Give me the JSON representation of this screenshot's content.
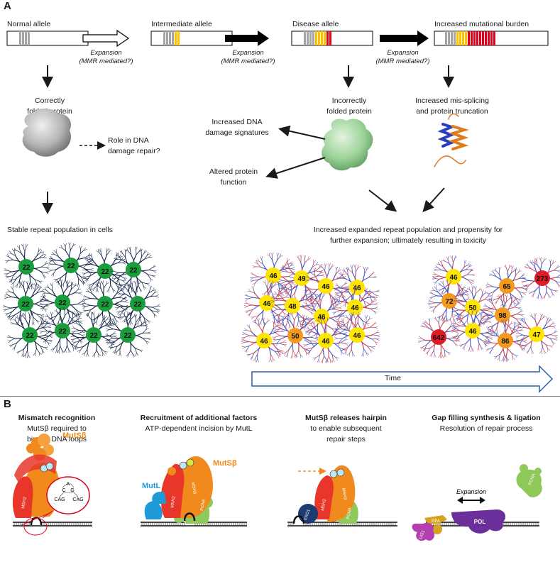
{
  "panel_a": {
    "letter": "A",
    "alleles": [
      {
        "label": "Normal allele"
      },
      {
        "label": "Intermediate allele"
      },
      {
        "label": "Disease allele"
      },
      {
        "label": "Increased mutational burden"
      }
    ],
    "expansion_labels": [
      {
        "line1": "Expansion",
        "line2": "(MMR mediated?)"
      },
      {
        "line1": "Expansion",
        "line2": "(MMR mediated?)"
      },
      {
        "line1": "Expansion",
        "line2": "(MMR mediated?)"
      }
    ],
    "correct_protein": {
      "line1": "Correctly",
      "line2": "folded protein"
    },
    "dna_repair_role": {
      "line1": "Role in DNA",
      "line2": "damage repair?"
    },
    "incorrect_protein": {
      "line1": "Incorrectly",
      "line2": "folded protein"
    },
    "missplicing": {
      "line1": "Increased mis-splicing",
      "line2": "and protein truncation"
    },
    "dna_damage": {
      "line1": "Increased DNA",
      "line2": "damage signatures"
    },
    "altered_function": {
      "line1": "Altered protein",
      "line2": "function"
    },
    "stable_population": "Stable repeat population in cells",
    "increased_population": {
      "line1": "Increased expanded repeat population and propensity for",
      "line2": "further expansion; ultimately resulting in toxicity"
    },
    "time_label": "Time",
    "normal_cells": [
      "22",
      "22",
      "22",
      "22",
      "22",
      "22",
      "22",
      "22",
      "22",
      "22",
      "22",
      "22"
    ],
    "mid_cells": [
      "46",
      "49",
      "46",
      "46",
      "46",
      "46",
      "48",
      "46",
      "46",
      "50",
      "46",
      "46"
    ],
    "late_cells": [
      "46",
      "65",
      "273",
      "72",
      "50",
      "98",
      "642",
      "46",
      "86",
      "47"
    ]
  },
  "panel_b": {
    "letter": "B",
    "steps": [
      {
        "title": "Mismatch recognition",
        "sub1": "MutSβ required to",
        "sub2": "bind to DNA loops"
      },
      {
        "title": "Recruitment of additional factors",
        "sub1": "ATP-dependent incision by MutL",
        "sub2": ""
      },
      {
        "title": "MutSβ releases hairpin",
        "sub1": "to enable subsequent",
        "sub2": "repair steps"
      },
      {
        "title": "Gap filling synthesis & ligation",
        "sub1": "Resolution of repair process",
        "sub2": ""
      }
    ],
    "mutsb_label": "MutSβ",
    "mutl_label": "MutL",
    "msh2": "MSH2",
    "msh3": "MSH3",
    "pcna": "PCNA",
    "exo1": "EXO1",
    "lig1": "LIG1",
    "rpa": "RPA",
    "pol": "POL",
    "expansion": "Expansion",
    "loop_bases": {
      "top": "A",
      "c1": "C",
      "g": "G",
      "left": "CAG",
      "right": "CAG"
    }
  },
  "colors": {
    "grey": "#a6a6a6",
    "yellow": "#ffc000",
    "red": "#e0001b",
    "green_cell": "#1a9e3b",
    "yellow_cell": "#ffe600",
    "orange_cell": "#f39a1e",
    "red_cell": "#e01b24",
    "msh2": "#e8362a",
    "msh3": "#f08a1c",
    "mutl": "#1f9ad6",
    "pcna": "#8fc95a",
    "exo1": "#1c3b73",
    "lig1": "#b43fb0",
    "rpa": "#d7a21c",
    "pol": "#6a2f9a"
  }
}
